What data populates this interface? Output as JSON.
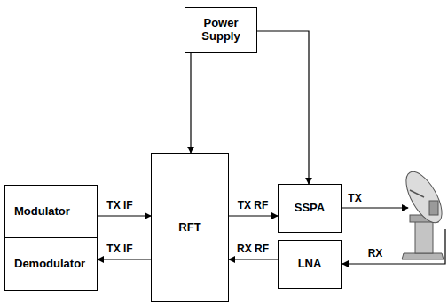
{
  "diagram": {
    "nodes": [
      {
        "text": [
          "Power Supply"
        ]
      },
      {
        "text": [
          "RFT"
        ]
      },
      {
        "text": [
          "Modulator"
        ]
      },
      {
        "text": [
          "Demodulator"
        ]
      },
      {
        "text": [
          "SSPA"
        ]
      },
      {
        "text": [
          "LNA"
        ]
      }
    ],
    "edges": [
      {
        "from": 0,
        "to": 1,
        "arrow": "to"
      },
      {
        "from": 0,
        "to": 4,
        "arrow": "to"
      },
      {
        "from": 2,
        "to": 1,
        "label": "TX IF",
        "arrow": "to"
      },
      {
        "from": 1,
        "to": 3,
        "label": "TX IF",
        "arrow": "to"
      },
      {
        "from": 1,
        "to": 4,
        "label": "TX RF",
        "arrow": "to"
      },
      {
        "from": 5,
        "to": 1,
        "label": "RX RF",
        "arrow": "to"
      }
    ],
    "labels": [
      "TX",
      "RX"
    ]
  }
}
